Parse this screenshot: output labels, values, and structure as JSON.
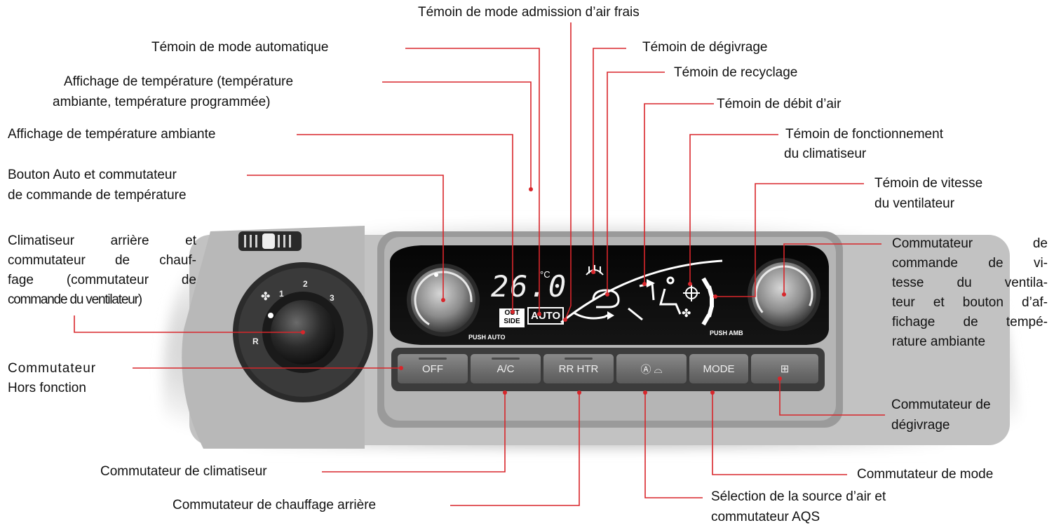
{
  "labels": {
    "admission": "Témoin de mode admission d’air frais",
    "auto_mode": "Témoin de mode automatique",
    "degivrage_t": "Témoin de dégivrage",
    "recyclage": "Témoin de recyclage",
    "temp_display_1": "Affichage de température (température",
    "temp_display_2": "ambiante, température programmée)",
    "debit": "Témoin de débit d’air",
    "ambient_display": "Affichage de température ambiante",
    "fonct_1": "Témoin de fonctionnement",
    "fonct_2": "du climatiseur",
    "auto_btn_1": "Bouton Auto et commutateur",
    "auto_btn_2": "de commande de température",
    "vitesse_1": "Témoin de vitesse",
    "vitesse_2": "du ventilateur",
    "rear_1": "Climatiseur arrière et",
    "rear_2": "commutateur de chauf-",
    "rear_3": "fage (commutateur de",
    "rear_4": "commande du ventilateur)",
    "fanspeed_1": "Commutateur de",
    "fanspeed_2": "commande de vi-",
    "fanspeed_3": "tesse du ventila-",
    "fanspeed_4": "teur et bouton d’af-",
    "fanspeed_5": "fichage de tempé-",
    "fanspeed_6": "rature ambiante",
    "off_1": "Commutateur",
    "off_2": "Hors fonction",
    "defrost_sw_1": "Commutateur de",
    "defrost_sw_2": "dégivrage",
    "ac_sw": "Commutateur de climatiseur",
    "mode_sw": "Commutateur de mode",
    "rear_heat": "Commutateur de chauffage arrière",
    "source_1": "Sélection de la source d’air et",
    "source_2": "commutateur AQS"
  },
  "panel": {
    "temp_value": "26.0",
    "temp_unit": "°C",
    "outside_1": "OUT",
    "outside_2": "SIDE",
    "auto": "AUTO",
    "push_auto": "PUSH AUTO",
    "push_amb": "PUSH AMB",
    "dial_marks": [
      "1",
      "2",
      "3",
      "R"
    ],
    "buttons": [
      "OFF",
      "A/C",
      "RR HTR",
      "Ⓐ ⌓",
      "MODE",
      "⊞"
    ]
  },
  "colors": {
    "leader": "#d8262b"
  }
}
